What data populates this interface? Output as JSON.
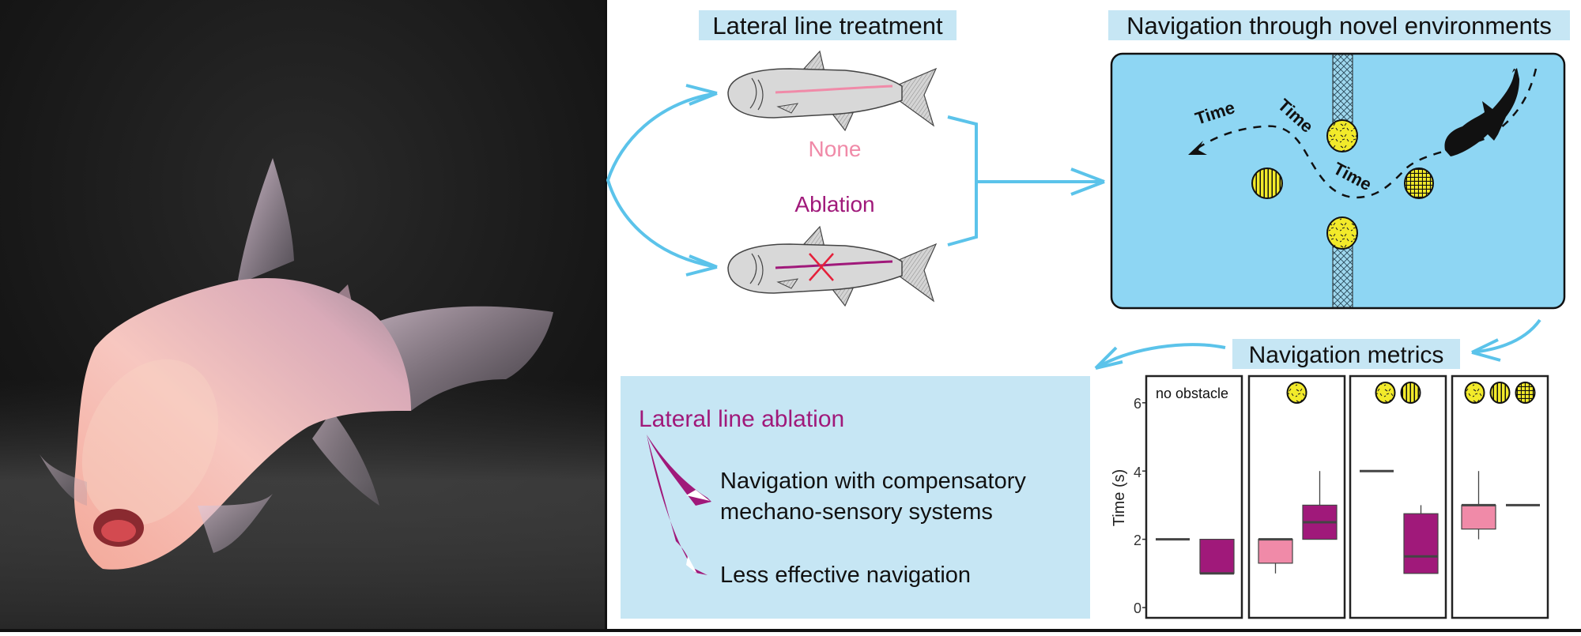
{
  "treatment": {
    "title": "Lateral line treatment",
    "none_label": "None",
    "ablation_label": "Ablation"
  },
  "environment": {
    "title": "Navigation through novel environments",
    "path_labels": [
      "Time",
      "Time",
      "Time"
    ]
  },
  "metrics": {
    "title": "Navigation metrics"
  },
  "outcome": {
    "heading": "Lateral line ablation",
    "items": [
      "Navigation with compensatory",
      "mechano-sensory systems",
      "Less effective navigation"
    ]
  },
  "colors": {
    "label_bg": "#c6e6f4",
    "arena": "#8ed6f3",
    "arrow": "#5bc3ea",
    "none": "#f08aa8",
    "ablation": "#a0197a",
    "obstacle": "#f2ea2a"
  },
  "chart_data": {
    "type": "box",
    "ylabel": "Time (s)",
    "ylim": [
      0,
      6.5
    ],
    "yticks": [
      "0",
      "2",
      "4",
      "6"
    ],
    "series": [
      "None",
      "Ablation"
    ],
    "panels": [
      {
        "label": "no obstacle",
        "obstacles": [],
        "boxes": [
          {
            "series": "None",
            "min": 2,
            "q1": 2,
            "median": 2,
            "q3": 2,
            "max": 2
          },
          {
            "series": "Ablation",
            "min": 1,
            "q1": 1,
            "median": 1,
            "q3": 2,
            "max": 2
          }
        ]
      },
      {
        "label": "",
        "obstacles": [
          "textured"
        ],
        "boxes": [
          {
            "series": "None",
            "min": 1,
            "q1": 1.3,
            "median": 2,
            "q3": 2,
            "max": 2
          },
          {
            "series": "Ablation",
            "min": 2,
            "q1": 2,
            "median": 2.5,
            "q3": 3,
            "max": 4
          }
        ]
      },
      {
        "label": "",
        "obstacles": [
          "textured",
          "striped"
        ],
        "boxes": [
          {
            "series": "None",
            "min": 4,
            "q1": 4,
            "median": 4,
            "q3": 4,
            "max": 4
          },
          {
            "series": "Ablation",
            "min": 1,
            "q1": 1,
            "median": 1.5,
            "q3": 2.75,
            "max": 3
          }
        ]
      },
      {
        "label": "",
        "obstacles": [
          "textured",
          "striped",
          "grid"
        ],
        "boxes": [
          {
            "series": "None",
            "min": 2,
            "q1": 2.3,
            "median": 3,
            "q3": 3,
            "max": 4
          },
          {
            "series": "Ablation",
            "min": 3,
            "q1": 3,
            "median": 3,
            "q3": 3,
            "max": 3
          }
        ]
      }
    ]
  }
}
